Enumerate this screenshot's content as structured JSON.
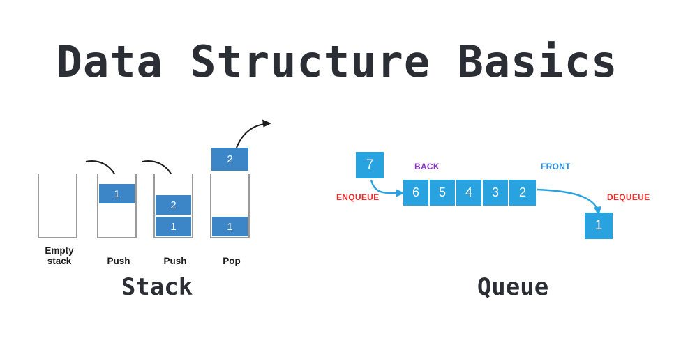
{
  "page": {
    "title": "Data Structure Basics",
    "background_color": "#ffffff",
    "title_color": "#2b2f35"
  },
  "colors": {
    "stack_box_blue": "#3c86c8",
    "queue_blue": "#29a3e0",
    "container_gray": "#9b9b9b",
    "back_label_purple": "#8b35c8",
    "front_label_blue": "#2b8fe0",
    "queue_action_red": "#ed2b2b",
    "arrow_black": "#1d1d1d"
  },
  "stack": {
    "caption": "Stack",
    "columns": [
      {
        "label_line1": "Empty",
        "label_line2": "stack",
        "boxes": [],
        "floating_box": null,
        "arrow": "none"
      },
      {
        "label_line1": "Push",
        "label_line2": "",
        "boxes": [
          "1"
        ],
        "floating_box": null,
        "arrow": "push-in"
      },
      {
        "label_line1": "Push",
        "label_line2": "",
        "boxes": [
          "1",
          "2"
        ],
        "floating_box": null,
        "arrow": "push-in"
      },
      {
        "label_line1": "Pop",
        "label_line2": "",
        "boxes": [
          "1"
        ],
        "floating_box": "2",
        "arrow": "pop-out"
      }
    ]
  },
  "queue": {
    "caption": "Queue",
    "cells": [
      "6",
      "5",
      "4",
      "3",
      "2"
    ],
    "enqueue_box": "7",
    "dequeue_box": "1",
    "tags": {
      "back": "BACK",
      "front": "FRONT",
      "enqueue": "ENQUEUE",
      "dequeue": "DEQUEUE"
    }
  }
}
